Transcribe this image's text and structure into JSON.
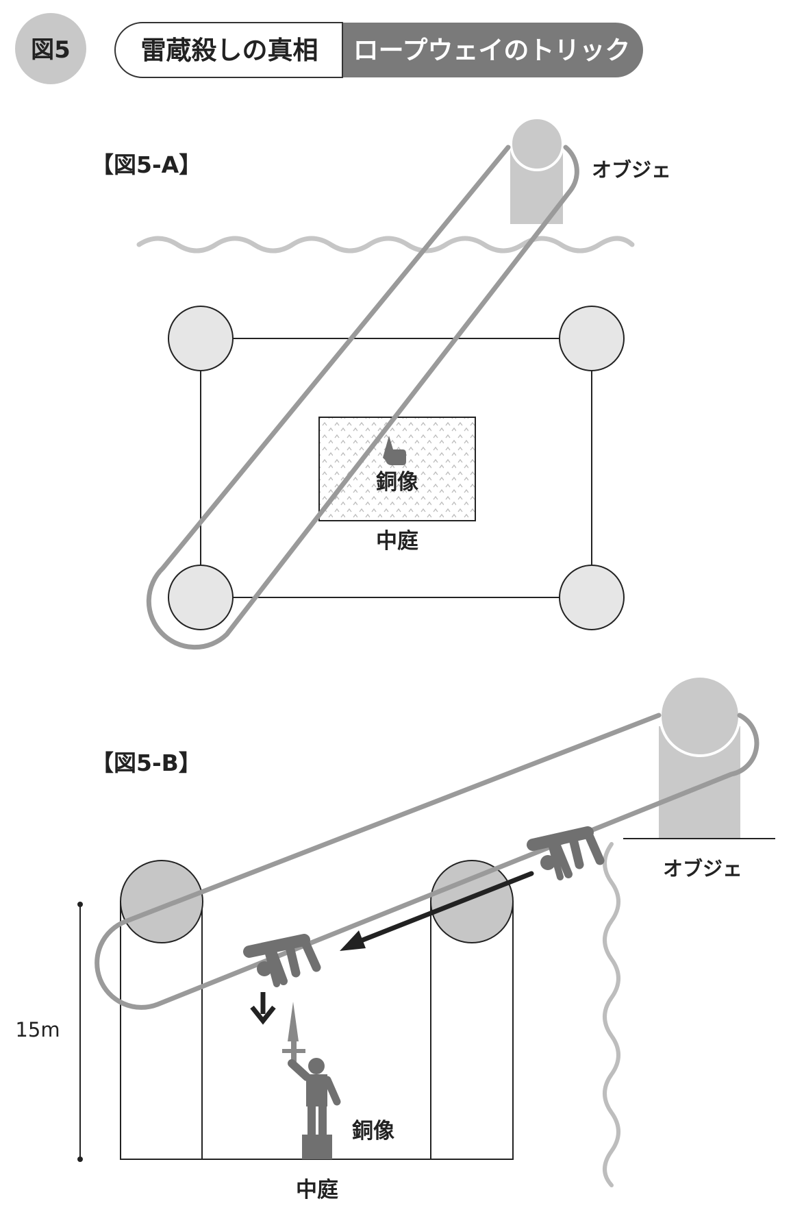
{
  "header": {
    "figure_badge": "図5",
    "title": "雷蔵殺しの真相",
    "subtitle": "ロープウェイのトリック"
  },
  "panel_a": {
    "label": "【図5-A】",
    "objet_label": "オブジェ",
    "statue_label": "銅像",
    "courtyard_label": "中庭"
  },
  "panel_b": {
    "label": "【図5-B】",
    "objet_label": "オブジェ",
    "statue_label": "銅像",
    "courtyard_label": "中庭",
    "height_label": "15m"
  },
  "colors": {
    "badge_gray": "#c8c8c8",
    "header_gray": "#7a7a7a",
    "rope_gray": "#9a9a9a",
    "column_fill": "#e6e6e6",
    "column_top_fill": "#c6c6c6",
    "objet_fill": "#c9c9c9",
    "figure_gray": "#707070",
    "courtyard_dots": "#bdbdbd",
    "ink": "#222222"
  }
}
